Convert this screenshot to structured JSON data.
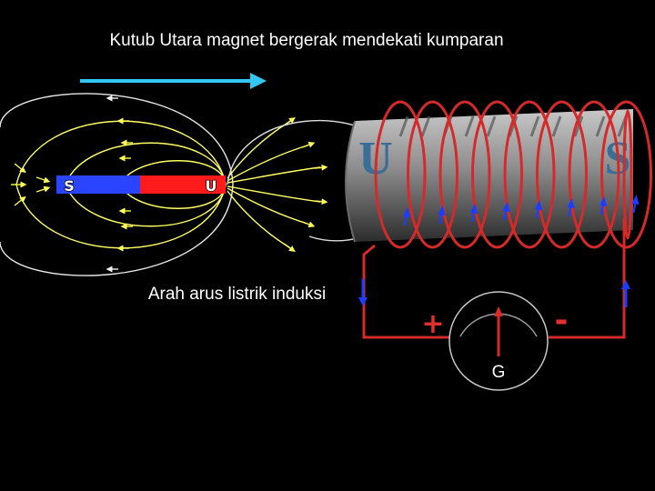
{
  "title": "Kutub Utara magnet bergerak mendekati kumparan",
  "caption": "Arah arus listrik induksi",
  "magnet": {
    "south_label": "S",
    "north_label": "U"
  },
  "coil": {
    "left_pole": "U",
    "right_pole": "S"
  },
  "galvanometer": {
    "label": "G",
    "plus": "+",
    "minus": "-"
  },
  "colors": {
    "background": "#000000",
    "text": "#ffffff",
    "motion_arrow": "#33c7f2",
    "field_lines": "#ffff55",
    "outer_field_lines": "#e6e6e6",
    "magnet_south": "#2a44ff",
    "magnet_north": "#ff1b1b",
    "wire": "#d42a2a",
    "current_arrows": "#1c3cff",
    "coil_pole_text": "#3a6e96",
    "plus_sign": "#e03030"
  },
  "icons": {
    "motion": "right-arrow-icon",
    "current": "up-arrow-icon",
    "needle": "needle-arrow-icon"
  }
}
